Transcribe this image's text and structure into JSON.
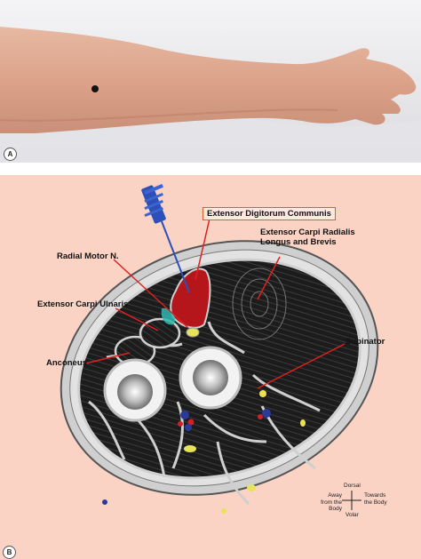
{
  "panel_a": {
    "badge": "A"
  },
  "panel_b": {
    "badge": "B",
    "labels": {
      "extensor_digitorum": "Extensor Digitorum Communis",
      "extensor_carpi_radialis": "Extensor Carpi Radialis Longus and Brevis",
      "radial_motor": "Radial Motor N.",
      "extensor_carpi_ulnaris": "Extensor Carpi Ulnaris",
      "anconeus": "Anconeus",
      "supinator": "Supinator"
    },
    "compass": {
      "dorsal": "Dorsal",
      "volar": "Volar",
      "away": "Away from the Body",
      "towards": "Towards the Body"
    },
    "colors": {
      "background": "#fad3c5",
      "muscle": "#1c1c1c",
      "fascia": "#c9c9c9",
      "target_muscle": "#b5161b",
      "nerve": "#e8e25a",
      "artery": "#d0202a",
      "vein": "#2a3a9a",
      "needle": "#2d4fb8",
      "leader": "#e02020"
    }
  }
}
